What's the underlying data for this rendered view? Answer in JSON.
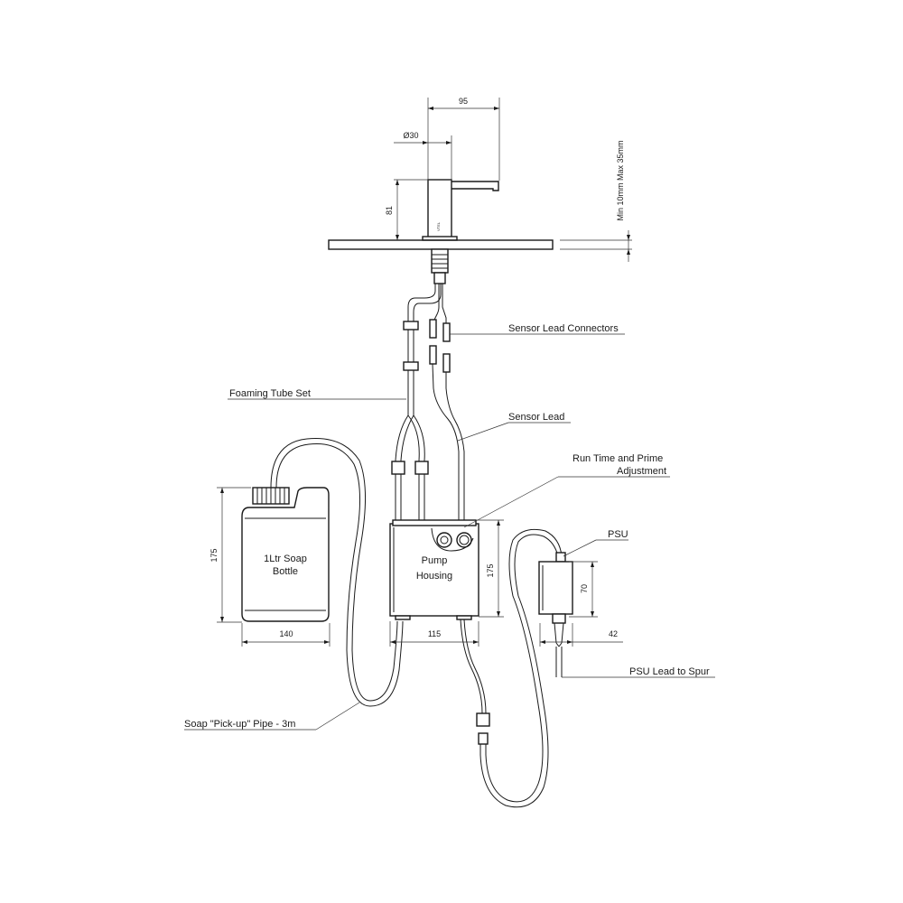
{
  "dimensions": {
    "spout_reach": "95",
    "spout_diameter": "Ø30",
    "tap_height": "81",
    "deck_thickness": "Min 10mm Max 35mm",
    "bottle_height": "175",
    "bottle_width": "140",
    "pump_height": "175",
    "pump_width": "115",
    "psu_height": "70",
    "psu_width": "42"
  },
  "labels": {
    "sensor_lead_connectors": "Sensor Lead Connectors",
    "foaming_tube_set": "Foaming Tube Set",
    "sensor_lead": "Sensor Lead",
    "run_time_line1": "Run Time and Prime",
    "run_time_line2": "Adjustment",
    "psu": "PSU",
    "psu_lead": "PSU Lead to Spur",
    "pickup_pipe": "Soap \"Pick-up\" Pipe - 3m"
  },
  "components": {
    "bottle_line1": "1Ltr Soap",
    "bottle_line2": "Bottle",
    "pump_line1": "Pump",
    "pump_line2": "Housing",
    "tap_logo": "VTEL"
  }
}
